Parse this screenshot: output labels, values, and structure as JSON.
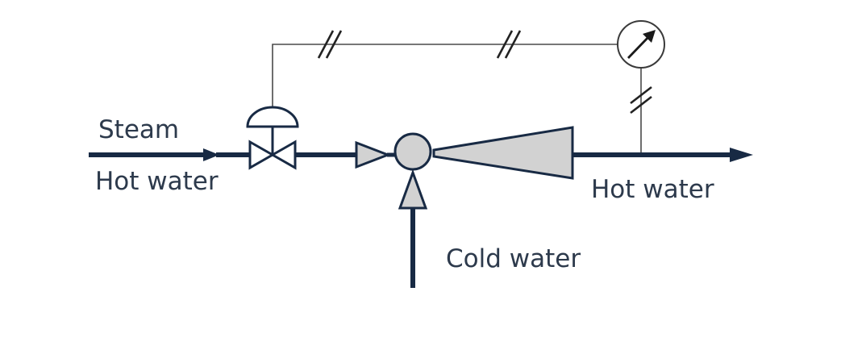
{
  "labels": {
    "steam": "Steam",
    "hot_water_inlet": "Hot water",
    "hot_water_outlet": "Hot water",
    "cold_water": "Cold water"
  },
  "colors": {
    "pipe": "#182a44",
    "signal": "#4a4a4a",
    "nozzle_fill": "#d2d2d2",
    "text": "#2d3a4c"
  },
  "symbols": {
    "control_valve": "diaphragm-control-valve-icon",
    "mixing_chamber": "mixing-chamber-icon",
    "controller": "indicator-controller-icon"
  }
}
